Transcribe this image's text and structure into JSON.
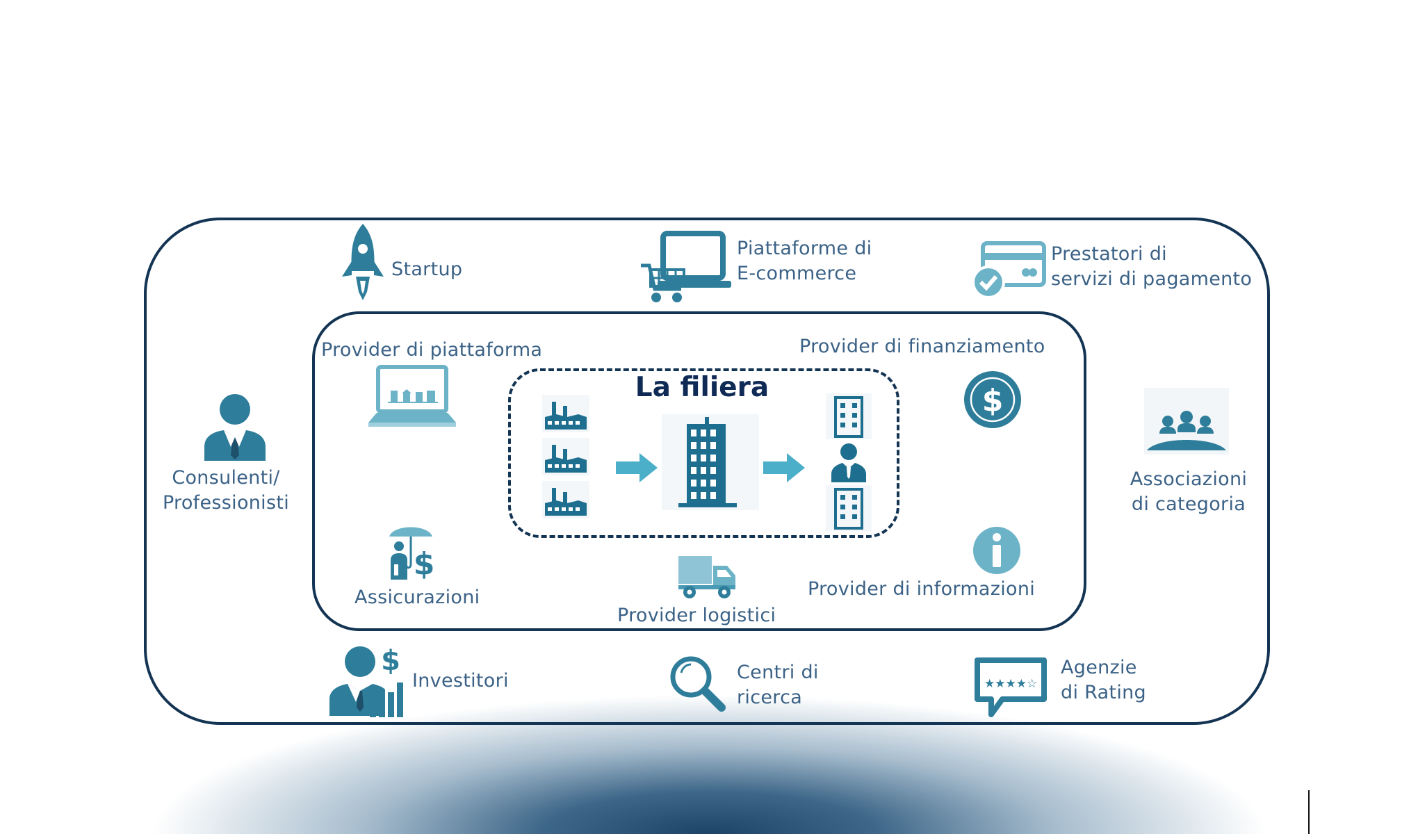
{
  "colors": {
    "dark": "#143454",
    "teal": "#2e7d9a",
    "light_teal": "#4bafc9",
    "text": "#3b6286",
    "title": "#0e2a55"
  },
  "center": {
    "title": "La filiera"
  },
  "outer": {
    "startup": {
      "lines": [
        "Startup"
      ],
      "icon": "rocket-icon"
    },
    "ecommerce": {
      "lines": [
        "Piattaforme di",
        "E-commerce"
      ],
      "icon": "laptop-cart-icon"
    },
    "payments": {
      "lines": [
        "Prestatori di",
        "servizi di pagamento"
      ],
      "icon": "credit-card-check-icon"
    },
    "consultants": {
      "lines": [
        "Consulenti/",
        "Professionisti"
      ],
      "icon": "businessman-icon"
    },
    "associations": {
      "lines": [
        "Associazioni",
        "di categoria"
      ],
      "icon": "meeting-group-icon"
    },
    "investors": {
      "lines": [
        "Investitori"
      ],
      "icon": "investor-chart-icon"
    },
    "research": {
      "lines": [
        "Centri di",
        "ricerca"
      ],
      "icon": "magnifier-icon"
    },
    "rating": {
      "lines": [
        "Agenzie",
        "di Rating"
      ],
      "icon": "rating-bubble-icon"
    }
  },
  "inner": {
    "platform": {
      "lines": [
        "Provider di piattaforma"
      ],
      "icon": "laptop-store-icon"
    },
    "financing": {
      "lines": [
        "Provider di finanziamento"
      ],
      "icon": "dollar-coin-icon"
    },
    "insurance": {
      "lines": [
        "Assicurazioni"
      ],
      "icon": "umbrella-dollar-icon"
    },
    "logistics": {
      "lines": [
        "Provider logistici"
      ],
      "icon": "truck-icon"
    },
    "information": {
      "lines": [
        "Provider di informazioni"
      ],
      "icon": "info-icon"
    }
  }
}
